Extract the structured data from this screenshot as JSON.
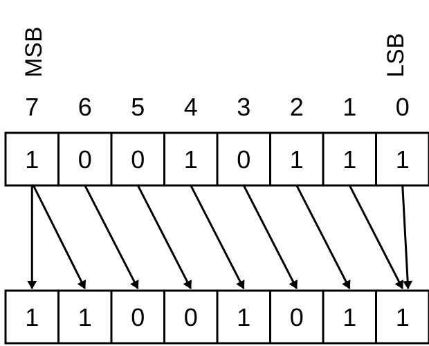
{
  "labels": {
    "msb": "MSB",
    "lsb": "LSB"
  },
  "bit_indices": [
    "7",
    "6",
    "5",
    "4",
    "3",
    "2",
    "1",
    "0"
  ],
  "top_register": [
    "1",
    "0",
    "0",
    "1",
    "0",
    "1",
    "1",
    "1"
  ],
  "bottom_register": [
    "1",
    "1",
    "0",
    "0",
    "1",
    "0",
    "1",
    "1"
  ],
  "colors": {
    "stroke": "#000000",
    "background": "#ffffff"
  }
}
